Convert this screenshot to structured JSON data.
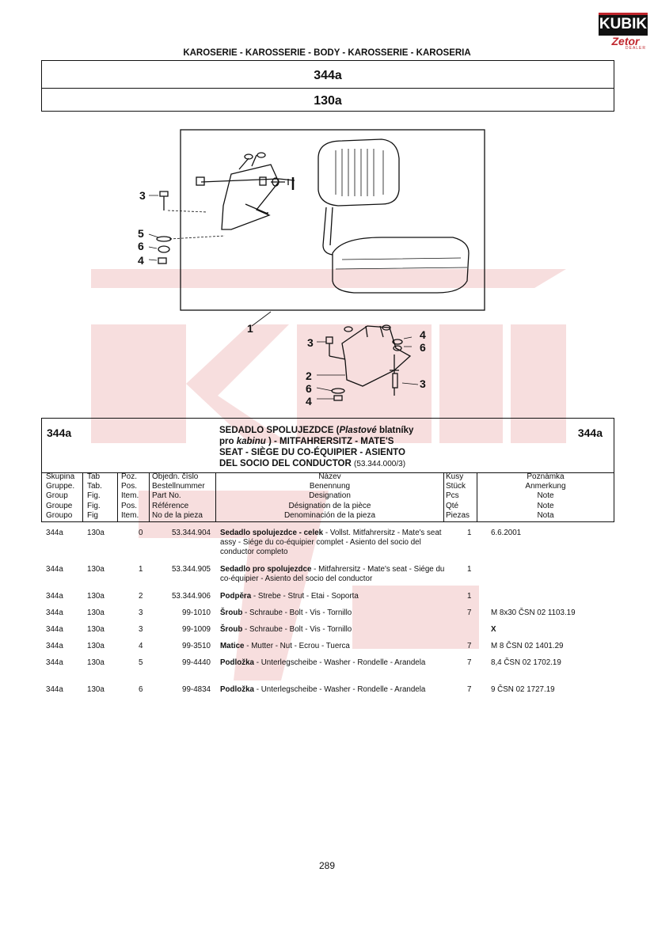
{
  "logo": {
    "brand": "KUBIK",
    "brand2": "Zetor",
    "brand_sub": "DEALER"
  },
  "section_title": "KAROSERIE - KAROSSERIE - BODY - KAROSSERIE - KAROSERIA",
  "group_code": "344a",
  "table_code": "130a",
  "diagram_labels": [
    "3",
    "5",
    "6",
    "4",
    "1",
    "3",
    "4",
    "6",
    "2",
    "6",
    "4",
    "3"
  ],
  "part": {
    "code_left": "344a",
    "code_right": "344a",
    "title_line1_a": "SEDADLO SPOLUJEZDCE (",
    "title_line1_i": "Plastové",
    "title_line1_b": " blatníky",
    "title_line2_a": "pro ",
    "title_line2_i": "kabinu",
    "title_line2_b": " ) - MITFAHRERSITZ - MATE'S",
    "title_line3": "SEAT - SIÈGE DU CO-ÉQUIPIER - ASIENTO",
    "title_line4": "DEL SOCIO DEL CONDUCTOR",
    "title_ref": "(53.344.000/3)"
  },
  "headers": [
    [
      "Skupina",
      "Gruppe.",
      "Group",
      "Groupe",
      "Groupo"
    ],
    [
      "Tab",
      "Tab.",
      "Fig.",
      "Fig.",
      "Fig"
    ],
    [
      "Poz.",
      "Pos.",
      "Item.",
      "Pos.",
      "Item."
    ],
    [
      "Objedn. číslo",
      "Bestellnummer",
      "Part No.",
      "Référence",
      "No de la pieza"
    ],
    [
      "Název",
      "Benennung",
      "Designation",
      "Désignation de la pièce",
      "Denominación de la pieza"
    ],
    [
      "Kusy",
      "Stück",
      "Pcs",
      "Qté",
      "Piezas"
    ],
    [
      "Poznámka",
      "Anmerkung",
      "Note",
      "Note",
      "Nota"
    ]
  ],
  "rows": [
    {
      "group": "344a",
      "tab": "130a",
      "pos": "0",
      "part_no": "53.344.904",
      "name_bold": "Sedadlo spolujezdce - celek",
      "name_rest": " - Vollst. Mitfahrersitz  - Mate's seat assy  - Siége du co-équipier complet - Asiento del socio del conductor completo",
      "qty": "1",
      "note": "6.6.2001"
    },
    {
      "group": "344a",
      "tab": "130a",
      "pos": "1",
      "part_no": "53.344.905",
      "name_bold": "Sedadlo pro spolujezdce",
      "name_rest": " - Mitfahrersitz - Mate's seat - Siége du co-équipier - Asiento del socio del conductor",
      "qty": "1",
      "note": ""
    },
    {
      "group": "344a",
      "tab": "130a",
      "pos": "2",
      "part_no": "53.344.906",
      "name_bold": "Podpěra",
      "name_rest": " - Strebe - Strut - Etai - Soporta",
      "qty": "1",
      "note": ""
    },
    {
      "group": "344a",
      "tab": "130a",
      "pos": "3",
      "part_no": "99-1010",
      "name_bold": "Šroub",
      "name_rest": " - Schraube - Bolt - Vis - Tornillo",
      "qty": "7",
      "note": "M 8x30 ČSN 02 1103.19"
    },
    {
      "group": "344a",
      "tab": "130a",
      "pos": "3",
      "part_no": "99-1009",
      "name_bold": "Šroub",
      "name_rest": " - Schraube - Bolt - Vis - Tornillo",
      "qty": "",
      "note": "X"
    },
    {
      "group": "344a",
      "tab": "130a",
      "pos": "4",
      "part_no": "99-3510",
      "name_bold": "Matice",
      "name_rest": " - Mutter - Nut - Ecrou - Tuerca",
      "qty": "7",
      "note": "M 8 ČSN 02 1401.29"
    },
    {
      "group": "344a",
      "tab": "130a",
      "pos": "5",
      "part_no": "99-4440",
      "name_bold": "Podložka",
      "name_rest": " - Unterlegscheibe - Washer - Rondelle - Arandela",
      "qty": "7",
      "note": "8,4 ČSN 02 1702.19"
    },
    {
      "group": "344a",
      "tab": "130a",
      "pos": "6",
      "part_no": "99-4834",
      "name_bold": "Podložka",
      "name_rest": " - Unterlegscheibe - Washer - Rondelle - Arandela",
      "qty": "7",
      "note": "9 ČSN 02 1727.19"
    }
  ],
  "page_number": "289",
  "colors": {
    "brand_red": "#c0262d",
    "watermark": "#f6dcdc"
  }
}
